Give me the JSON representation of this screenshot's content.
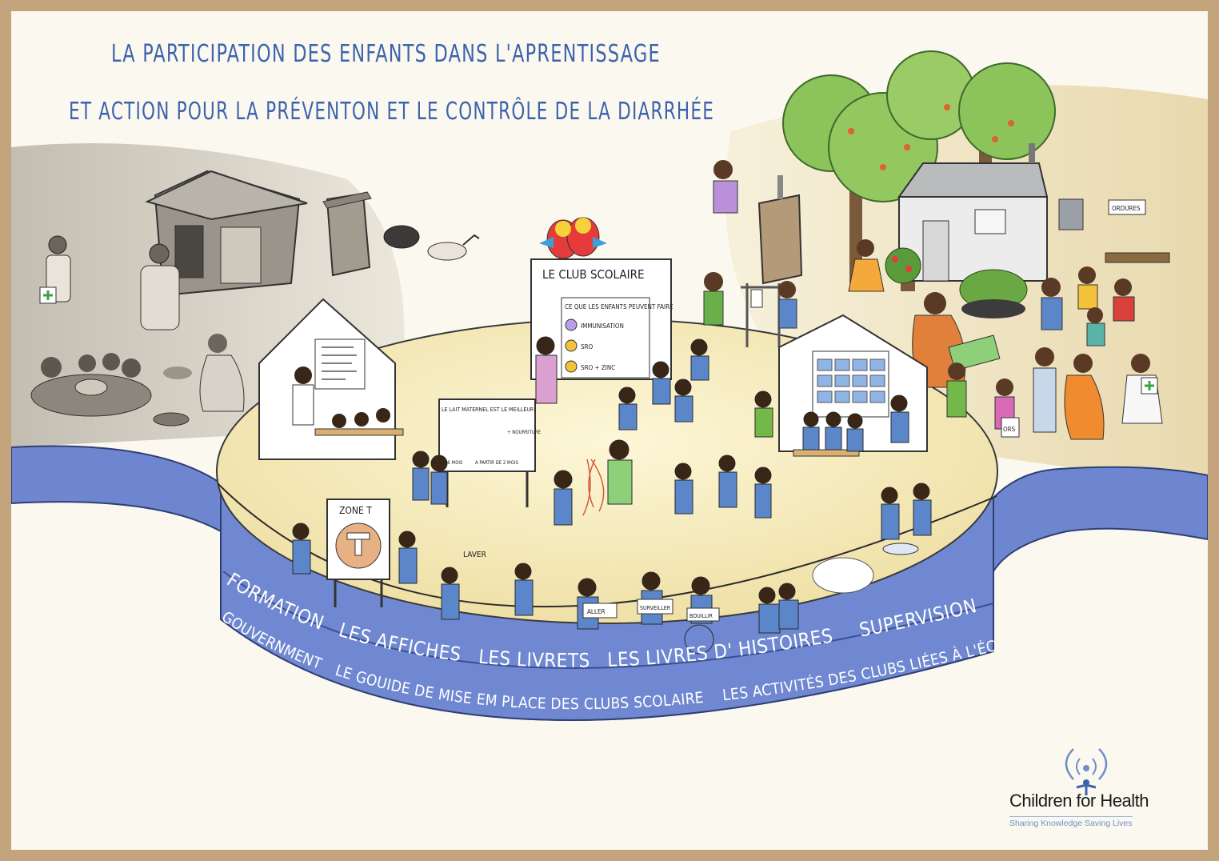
{
  "title": {
    "line1": "LA PARTICIPATION DES ENFANTS DANS L'APRENTISSAGE",
    "line2": "ET ACTION POUR LA PRÉVENTON ET LE CONTRÔLE DE LA DIARRHÉE"
  },
  "club_board": {
    "title": "LE CLUB SCOLAIRE",
    "heading": "CE QUE LES ENFANTS PEUVENT FAIRE",
    "items": [
      "IMMUNISATION",
      "SRO",
      "SRO + ZINC"
    ]
  },
  "teaching_board": {
    "title": "LE LAIT MATERNEL EST LE MEILLEUR",
    "age1": "0-6 MOIS",
    "age2": "A PARTIR DE 2 MOIS",
    "extra": "+ NOURRITURE"
  },
  "zone_sign": "ZONE T",
  "lover_text": "LAVER",
  "child_cards": [
    "ALLER",
    "SURVEILLER",
    "BOUILLIR"
  ],
  "signs": {
    "ordures": "ORDURES",
    "ors": "ORS"
  },
  "band": {
    "outer": [
      "FORMATION",
      "LES AFFICHES",
      "LES LIVRETS",
      "LES LIVRES D' HISTOIRES",
      "SUPERVISION ET EVALUATION"
    ],
    "inner": [
      "GOUVERNMENT",
      "LE GOUIDE DE MISE EM PLACE DES CLUBS SCOLAIRE",
      "LES ACTIVITÉS DES CLUBS LIÉES À L'ÉCOLE"
    ]
  },
  "logo": {
    "name": "Children for Health",
    "tagline": "Sharing Knowledge Saving Lives"
  },
  "colors": {
    "title_blue": "#3c63ad",
    "band_blue": "#6d86cf",
    "uniform_blue": "#5b86c9",
    "frame": "#c4a47c",
    "sand": "#f4e9b9"
  }
}
